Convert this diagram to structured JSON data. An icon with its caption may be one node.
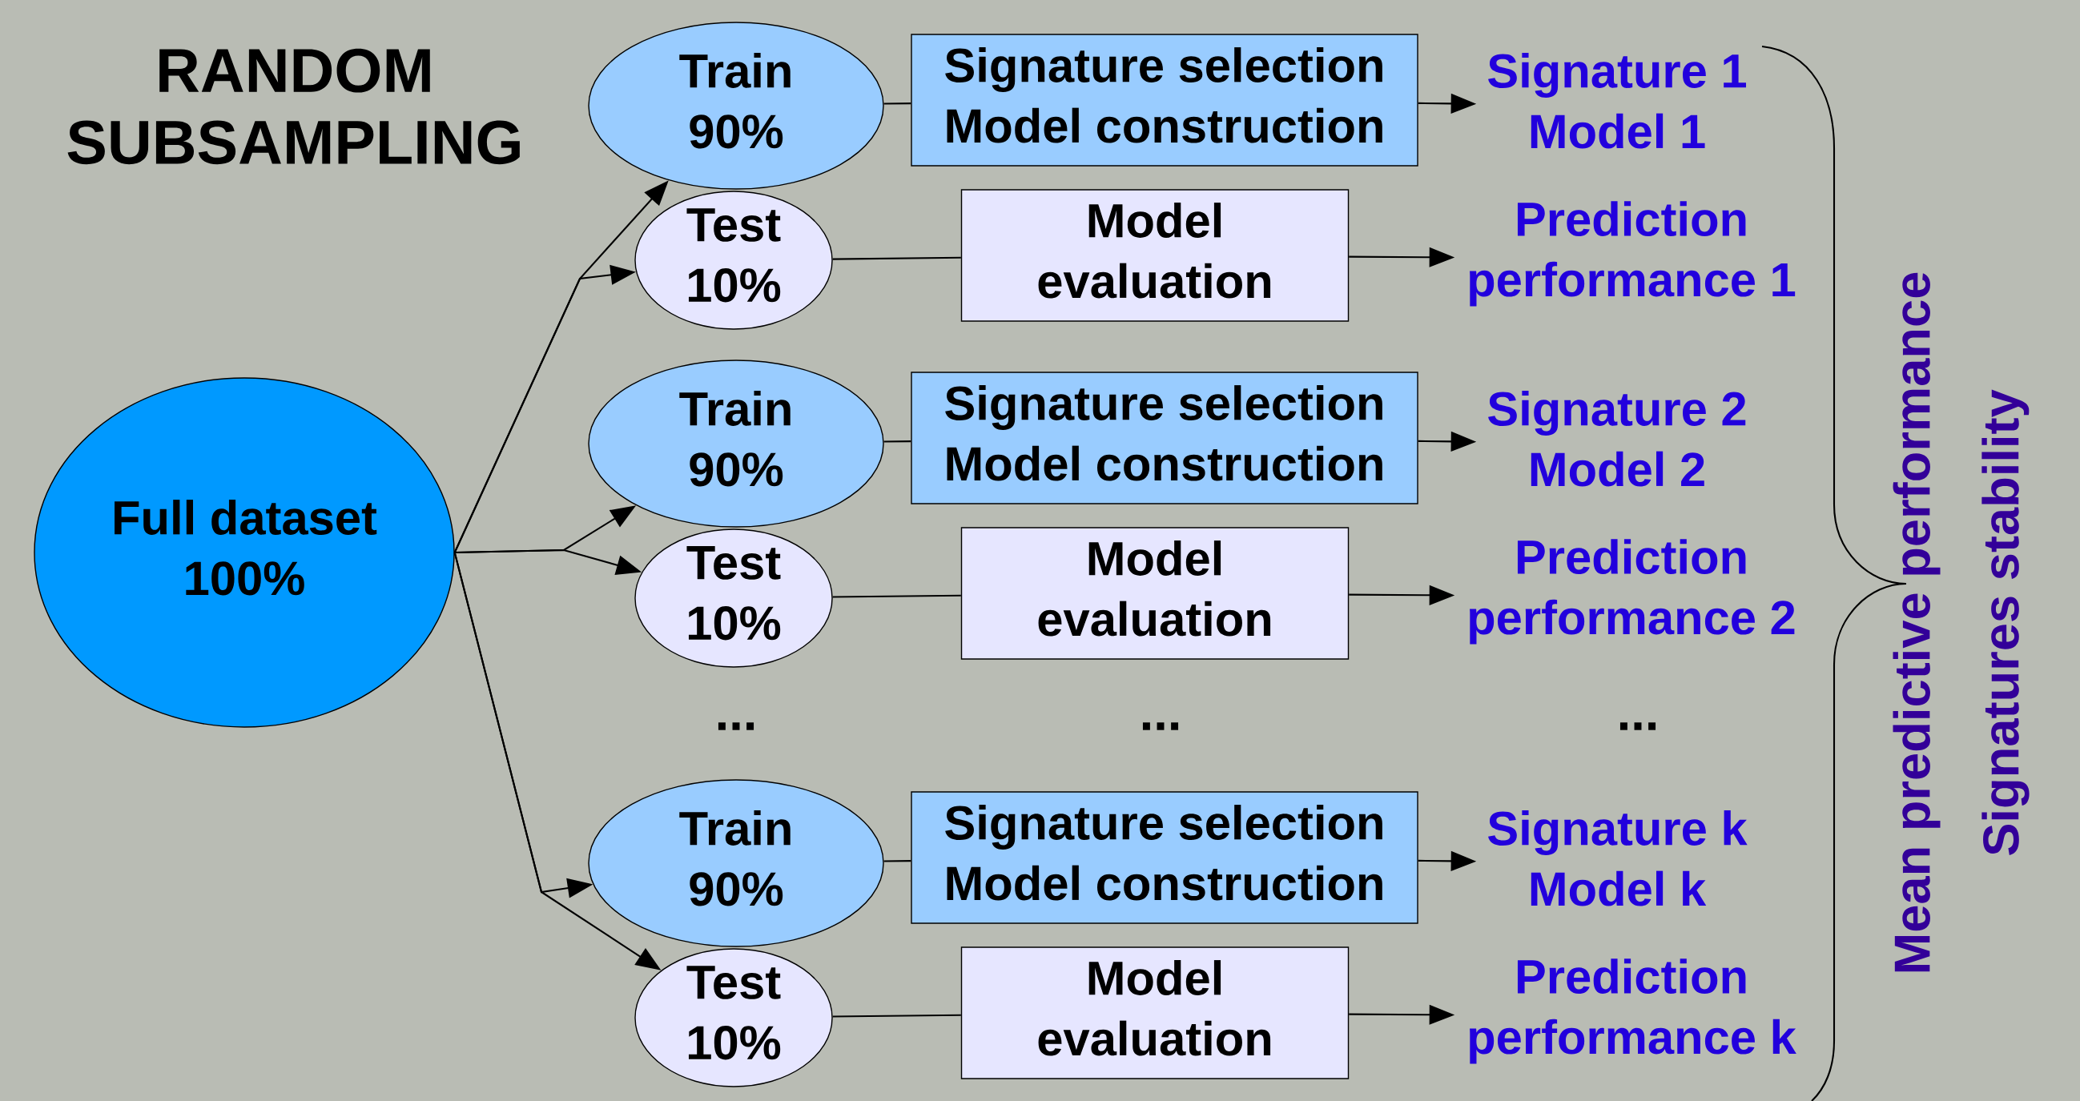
{
  "diagram": {
    "title": "RANDOM SUBSAMPLING",
    "nodes": [
      {
        "text": [
          "Full dataset 100%"
        ]
      },
      {
        "text": [
          "Train 90%"
        ]
      },
      {
        "text": [
          "Signature selection Model construction"
        ]
      },
      {
        "text": [
          "Signature 1 Model 1"
        ]
      },
      {
        "text": [
          "Test 10%"
        ]
      },
      {
        "text": [
          "Model evaluation"
        ]
      },
      {
        "text": [
          "Prediction performance 1"
        ]
      },
      {
        "text": [
          "Train 90%"
        ]
      },
      {
        "text": [
          "Signature selection Model construction"
        ]
      },
      {
        "text": [
          "Signature 2 Model 2"
        ]
      },
      {
        "text": [
          "Test 10%"
        ]
      },
      {
        "text": [
          "Model evaluation"
        ]
      },
      {
        "text": [
          "Prediction performance 2"
        ]
      },
      {
        "text": [
          "Train 90%"
        ]
      },
      {
        "text": [
          "Signature selection Model construction"
        ]
      },
      {
        "text": [
          "Signature k Model k"
        ]
      },
      {
        "text": [
          "Test 10%"
        ]
      },
      {
        "text": [
          "Model evaluation"
        ]
      },
      {
        "text": [
          "Prediction performance k"
        ]
      }
    ],
    "edges": [
      {
        "from": 0,
        "to": 1,
        "arrow": "to"
      },
      {
        "from": 0,
        "to": 4,
        "arrow": "to"
      },
      {
        "from": 1,
        "to": 2,
        "arrow": "none"
      },
      {
        "from": 2,
        "to": 3,
        "arrow": "to"
      },
      {
        "from": 4,
        "to": 5,
        "arrow": "none"
      },
      {
        "from": 5,
        "to": 6,
        "arrow": "to"
      },
      {
        "from": 0,
        "to": 7,
        "arrow": "to"
      },
      {
        "from": 0,
        "to": 10,
        "arrow": "to"
      },
      {
        "from": 7,
        "to": 8,
        "arrow": "none"
      },
      {
        "from": 8,
        "to": 9,
        "arrow": "to"
      },
      {
        "from": 10,
        "to": 11,
        "arrow": "none"
      },
      {
        "from": 11,
        "to": 12,
        "arrow": "to"
      },
      {
        "from": 0,
        "to": 13,
        "arrow": "to"
      },
      {
        "from": 0,
        "to": 16,
        "arrow": "to"
      },
      {
        "from": 13,
        "to": 14,
        "arrow": "none"
      },
      {
        "from": 14,
        "to": 15,
        "arrow": "to"
      },
      {
        "from": 16,
        "to": 17,
        "arrow": "none"
      },
      {
        "from": 17,
        "to": 18,
        "arrow": "to"
      }
    ],
    "labels": [
      "...",
      "...",
      "...",
      "Mean predictive performance",
      "Signatures stability"
    ]
  }
}
